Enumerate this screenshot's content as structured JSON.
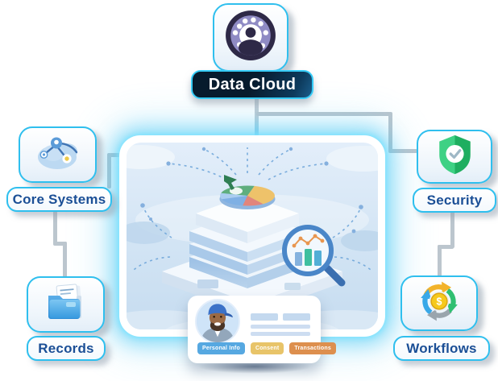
{
  "page": {
    "background": "#ffffff",
    "kind": "hub-and-spoke diagram"
  },
  "hub": {
    "icon_name": "users-ring-icon",
    "badge": {
      "label": "Data Cloud",
      "bg": "#0a1f33",
      "border": "#36ccf7",
      "text_color": "#ffffff"
    }
  },
  "nodes": {
    "core_systems": {
      "label": "Core Systems",
      "icon_name": "cloud-network-icon",
      "position": "top-left"
    },
    "records": {
      "label": "Records",
      "icon_name": "folder-files-icon",
      "position": "bottom-left"
    },
    "security": {
      "label": "Security",
      "icon_name": "shield-check-icon",
      "position": "top-right"
    },
    "workflows": {
      "label": "Workflows",
      "icon_name": "cycle-dollar-icon",
      "position": "bottom-right"
    }
  },
  "node_style": {
    "label_color": "#1b4f96",
    "border_color": "#2fbfee",
    "connector_color": "#bcc6ce",
    "glow_color": "#45c8f5"
  },
  "illustration": {
    "elements": [
      "isometric-data-stack",
      "pie-chart",
      "magnifier-analytics",
      "clouds",
      "dashed-links"
    ],
    "profile_card": {
      "tags": [
        {
          "label": "Personal Info",
          "bg": "#56a8e1"
        },
        {
          "label": "Consent",
          "bg": "#e8c469"
        },
        {
          "label": "Transactions",
          "bg": "#dd8f4e"
        }
      ]
    }
  }
}
